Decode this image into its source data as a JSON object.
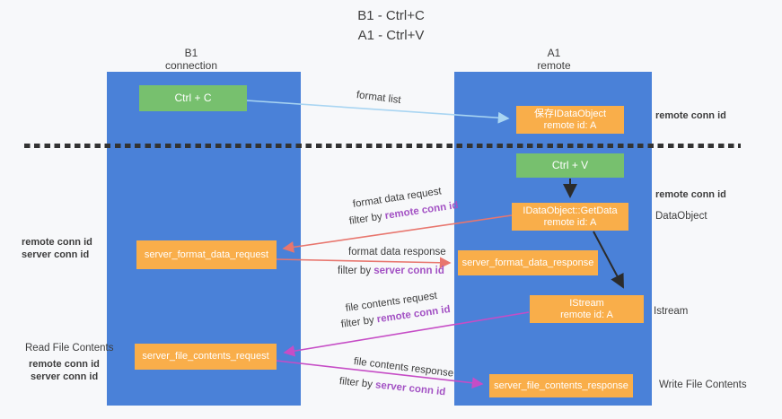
{
  "title": {
    "line1": "B1 - Ctrl+C",
    "line2": "A1 - Ctrl+V"
  },
  "lanes": {
    "b1": {
      "name": "B1",
      "subtitle": "connection"
    },
    "a1": {
      "name": "A1",
      "subtitle": "remote"
    }
  },
  "nodes": {
    "ctrl_c": {
      "label": "Ctrl + C"
    },
    "save_idataobject": {
      "label": "保存IDataObject",
      "sublabel": "remote id: A"
    },
    "ctrl_v": {
      "label": "Ctrl + V"
    },
    "getdata": {
      "label": "IDataObject::GetData",
      "sublabel": "remote id: A"
    },
    "format_request": {
      "label": "server_format_data_request"
    },
    "format_response": {
      "label": "server_format_data_response"
    },
    "istream": {
      "label": "IStream",
      "sublabel": "remote id: A"
    },
    "file_request": {
      "label": "server_file_contents_request"
    },
    "file_response": {
      "label": "server_file_contents_response"
    }
  },
  "edge_labels": {
    "format_list": {
      "text": "format list"
    },
    "format_request": {
      "text": "format data request",
      "filter_prefix": "filter by ",
      "filter_value": "remote conn id"
    },
    "format_response": {
      "text": "format data response",
      "filter_prefix": "filter by ",
      "filter_value": "server conn id"
    },
    "file_request": {
      "text": "file contents request",
      "filter_prefix": "filter by ",
      "filter_value": "remote conn id"
    },
    "file_response": {
      "text": "file contents response",
      "filter_prefix": "filter by ",
      "filter_value": "server conn id"
    }
  },
  "side_labels": {
    "right_remote_conn_top": "remote conn id",
    "right_remote_conn_mid": "remote conn id",
    "right_dataobject": "DataObject",
    "right_istream": "Istream",
    "right_write_file": "Write File Contents",
    "left_remote_conn_top": "remote conn id",
    "left_server_conn_top": "server conn id",
    "left_read_file": "Read File Contents",
    "left_remote_conn_bottom": "remote conn id",
    "left_server_conn_bottom": "server conn id"
  },
  "colors": {
    "lane_blue": "#4a81d8",
    "box_green": "#77c06e",
    "box_orange": "#f9ae4a",
    "arrow_salmon": "#e8766e",
    "arrow_magenta": "#c64dc6",
    "arrow_lightblue": "#a9d5f2",
    "arrow_black": "#2b2b2b",
    "text_purple": "#a352c4",
    "text_green": "#6abf69"
  }
}
